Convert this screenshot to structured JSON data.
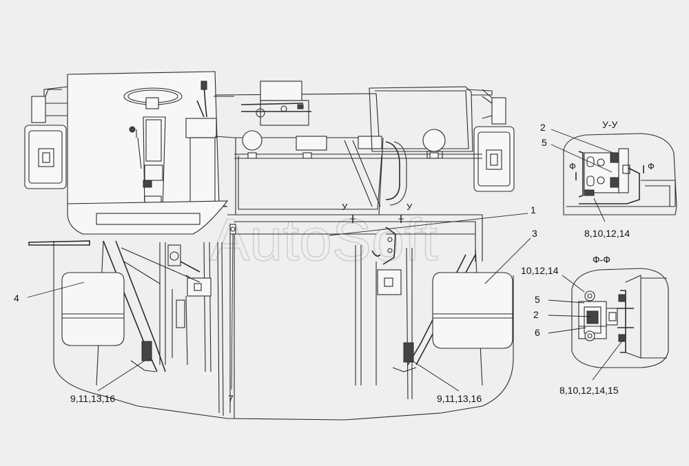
{
  "watermark": "AutoSoft",
  "sections": {
    "u_u": {
      "title": "У-У",
      "cut_mark": "У"
    },
    "f_f": {
      "title": "Ф-Ф",
      "cut_mark": "Ф"
    }
  },
  "callouts": {
    "c1": "1",
    "c2_main": "3",
    "c4": "4",
    "c7": "7",
    "c_left_bottom": "9,11,13,16",
    "c_right_bottom": "9,11,13,16",
    "uu_2": "2",
    "uu_5": "5",
    "uu_bottom": "8,10,12,14",
    "ff_top": "10,12,14",
    "ff_5": "5",
    "ff_2": "2",
    "ff_6": "6",
    "ff_bottom": "8,10,12,14,15"
  }
}
